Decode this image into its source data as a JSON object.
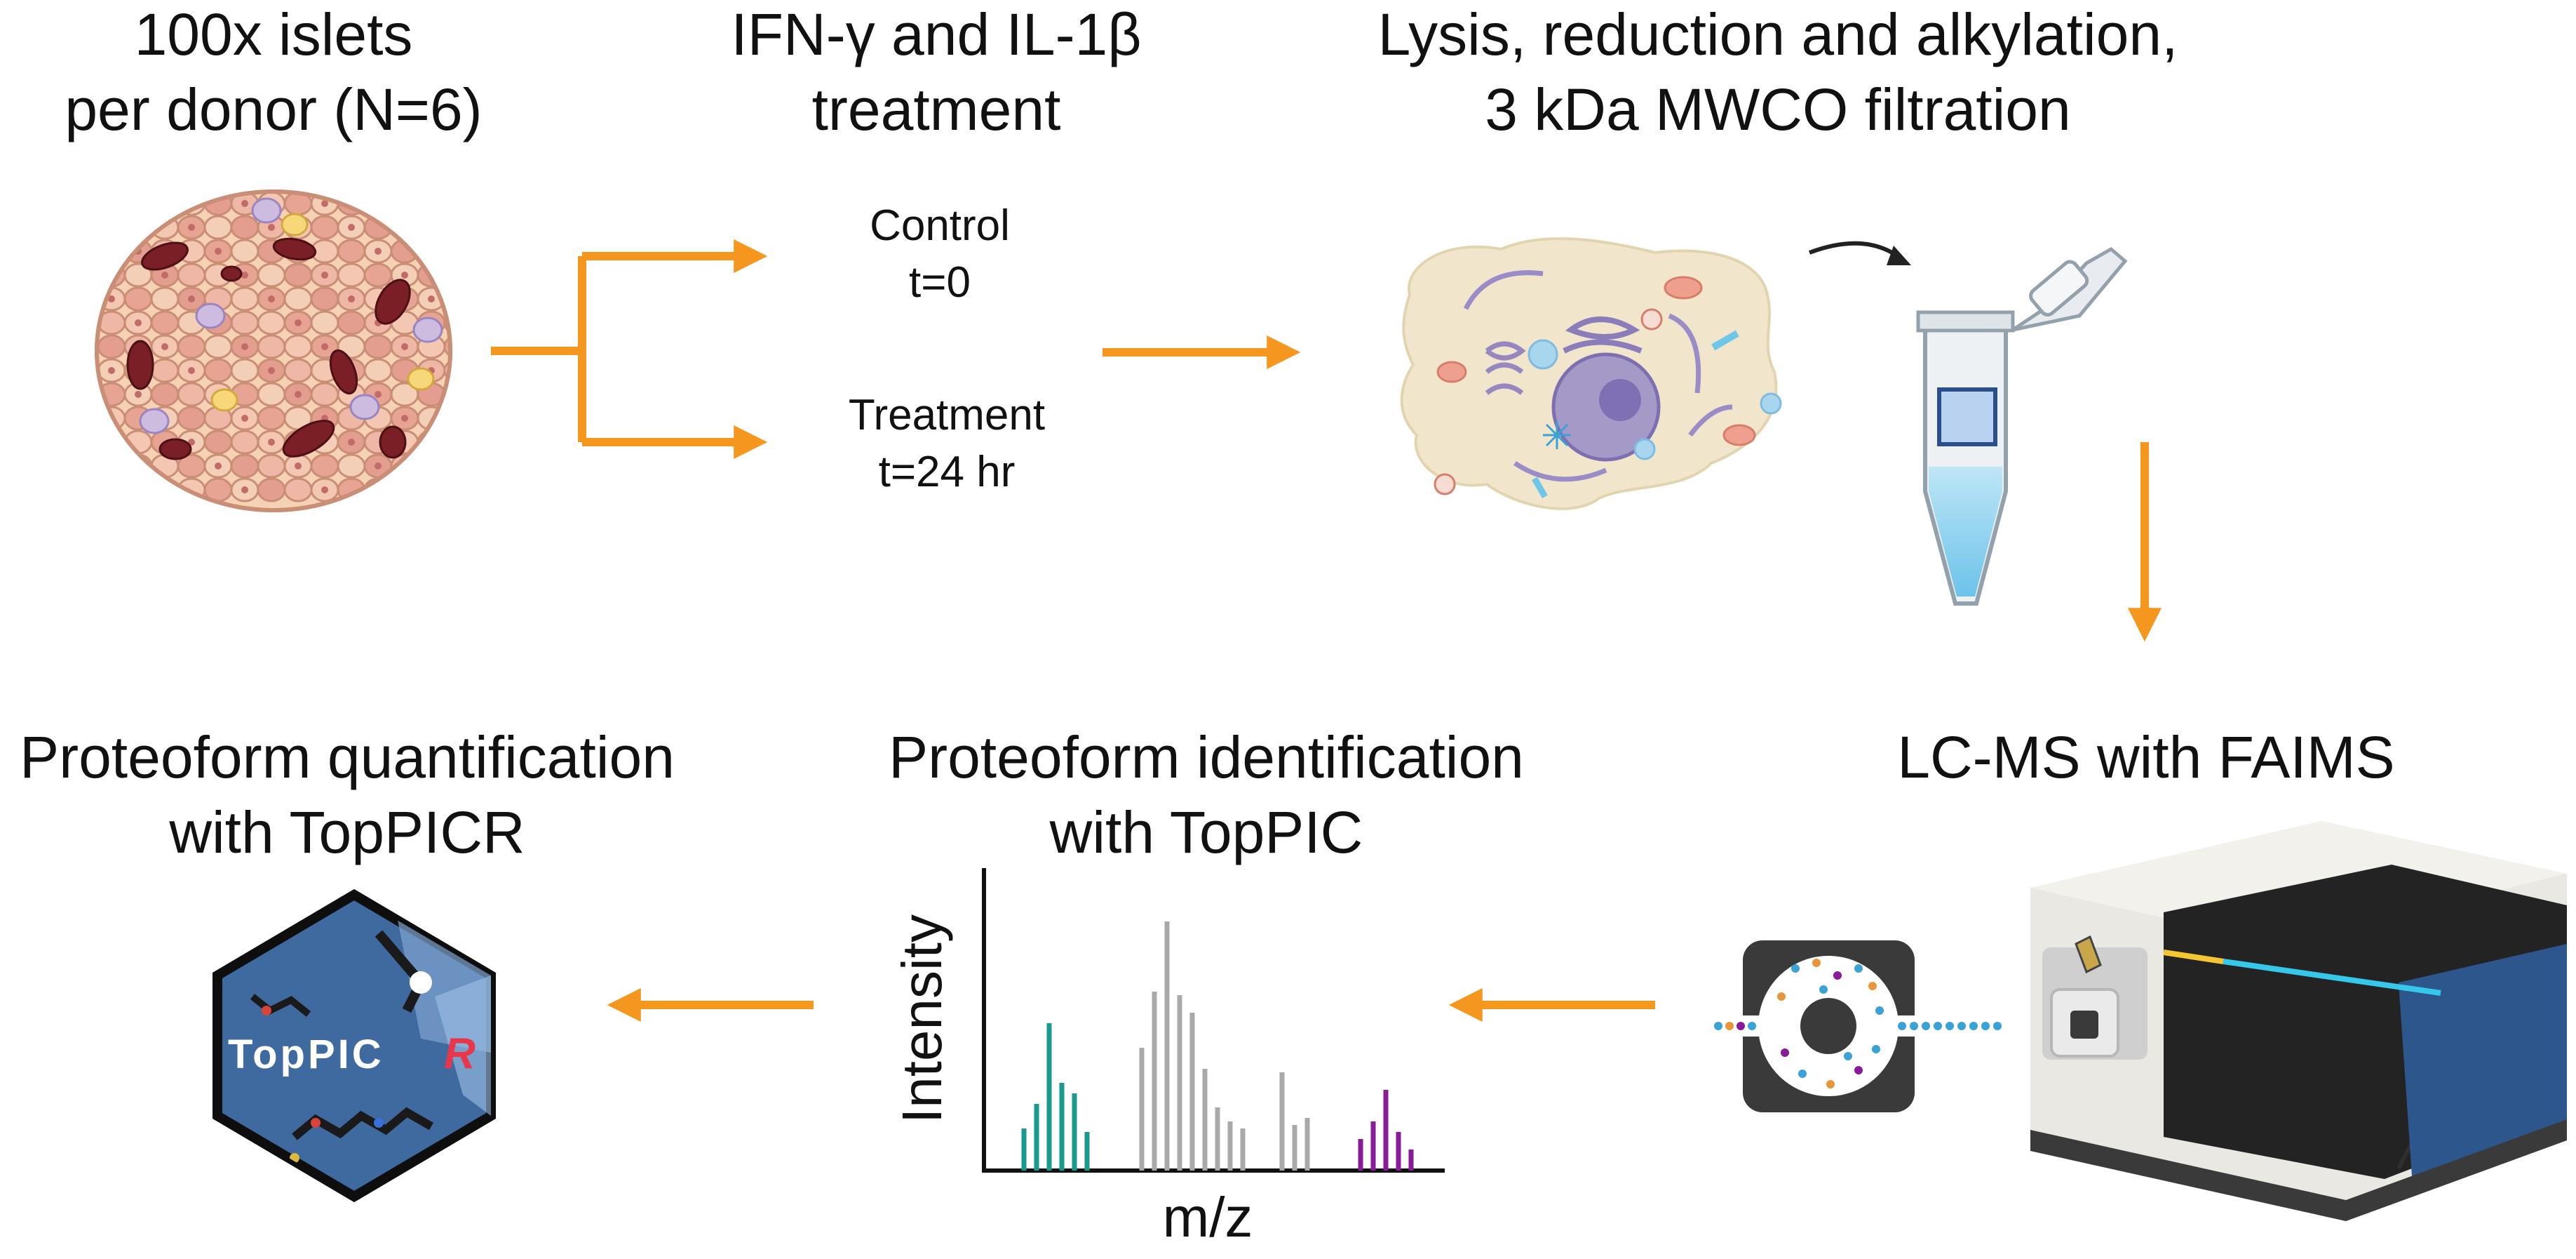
{
  "steps": {
    "islets": {
      "line1": "100x islets",
      "line2": "per donor (N=6)"
    },
    "treatment": {
      "line1": "IFN-γ and IL-1β",
      "line2": "treatment"
    },
    "lysis": {
      "line1": "Lysis, reduction and alkylation,",
      "line2": "3 kDa MWCO filtration"
    },
    "lcms": {
      "line1": "LC-MS with FAIMS"
    },
    "ident": {
      "line1": "Proteoform identification",
      "line2": "with TopPIC"
    },
    "quant": {
      "line1": "Proteoform quantification",
      "line2": "with TopPICR"
    }
  },
  "conditions": {
    "control": {
      "line1": "Control",
      "line2": "t=0"
    },
    "treatment": {
      "line1": "Treatment",
      "line2": "t=24 hr"
    }
  },
  "spectrum": {
    "ylabel": "Intensity",
    "xlabel": "m/z"
  },
  "logo": {
    "text_main": "TopPIC",
    "text_r": "R"
  },
  "colors": {
    "arrow": "#f5961e",
    "teal": "#1a9a8d",
    "grey": "#a9a9a9",
    "purple": "#8b1a9b",
    "logo_bg": "#3f6aa0",
    "logo_r": "#e8364a",
    "instrument_accent": "#35c8ea",
    "instrument_yellow": "#f3c632"
  },
  "icons": [
    "islet-icon",
    "cell-icon",
    "tube-icon",
    "mass-spec-icon",
    "faims-icon",
    "toppicr-logo-icon"
  ]
}
